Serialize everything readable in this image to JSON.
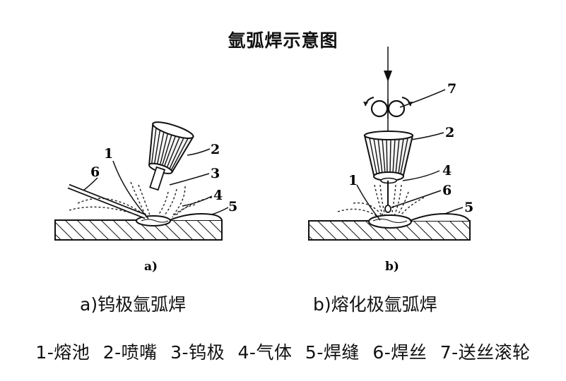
{
  "title": "氩弧焊示意图",
  "sublabels": {
    "a": "a)",
    "b": "b)"
  },
  "captions": {
    "a": "a)钨极氩弧焊",
    "b": "b)熔化极氩弧焊"
  },
  "part_numbers": {
    "n1": "1",
    "n2": "2",
    "n3": "3",
    "n4": "4",
    "n5": "5",
    "n6": "6",
    "n7": "7"
  },
  "legend": [
    "1-熔池",
    "2-喷嘴",
    "3-钨极",
    "4-气体",
    "5-焊缝",
    "6-焊丝",
    "7-送丝滚轮"
  ]
}
